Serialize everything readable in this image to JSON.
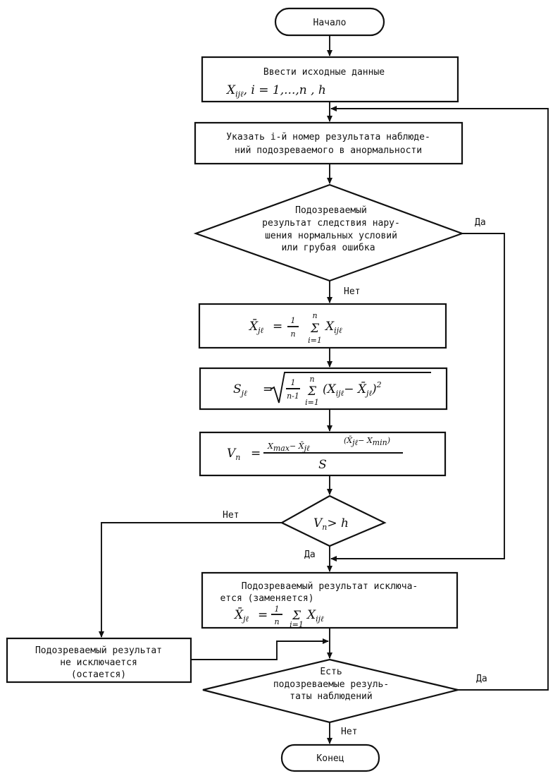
{
  "start": "Начало",
  "input": {
    "line1": "Ввести исходные данные",
    "vars": "X",
    "vars_sub": "ijℓ",
    "range": ",   i = 1,...,n  ,  h"
  },
  "specify": {
    "line1": "Указать i-й номер результата наблюде-",
    "line2": "ний подозреваемого в анормальности"
  },
  "decision1": {
    "line1": "Подозреваемый",
    "line2": "результат следствия нару-",
    "line3": "шения нормальных условий",
    "line4": "или грубая ошибка",
    "yes": "Да",
    "no": "Нет"
  },
  "mean": {
    "lhs": "X̄",
    "lhs_sub": "jℓ",
    "eq": "=",
    "frac_num": "1",
    "frac_den": "n",
    "sum": "Σ",
    "sum_top": "n",
    "sum_bot": "i=1",
    "term": "X",
    "term_sub": "ijℓ"
  },
  "stddev": {
    "lhs": "S",
    "lhs_sub": "jℓ",
    "eq": "=",
    "frac_num": "1",
    "frac_den": "n-1",
    "sum": "Σ",
    "sum_top": "n",
    "sum_bot": "i=1",
    "term": "(X",
    "term_sub": "ijℓ",
    "term_mid": "− X̄",
    "term_mid_sub": "jℓ",
    "term_end": ")",
    "power": "2"
  },
  "criterion": {
    "lhs": "V",
    "lhs_sub": "n",
    "eq": "=",
    "num": "X",
    "num_sub": "max",
    "num_mid": "− X̄",
    "num_mid_sub": "jℓ",
    "num_alt": "(X̄",
    "num_alt_sub": "jℓ",
    "num_alt_end": "− X",
    "num_alt_end_sub": "min",
    "num_close": ")",
    "den": "S"
  },
  "decision2": {
    "lhs": "V",
    "lhs_sub": "n",
    "rhs": "> h",
    "yes": "Да",
    "no": "Нет"
  },
  "exclude": {
    "line1": "Подозреваемый результат исключа-",
    "line2": "ется (заменяется)",
    "lhs": "X̄",
    "lhs_sub": "jℓ",
    "eq": "=",
    "frac_num": "1",
    "frac_den": "n",
    "sum": "Σ",
    "sum_bot": "i=1",
    "term": "X",
    "term_sub": "ijℓ"
  },
  "keep": {
    "line1": "Подозреваемый результат",
    "line2": "не исключается",
    "line3": "(остается)"
  },
  "decision3": {
    "line1": "Есть",
    "line2": "подозреваемые резуль-",
    "line3": "таты наблюдений",
    "yes": "Да",
    "no": "Нет"
  },
  "end": "Конец"
}
